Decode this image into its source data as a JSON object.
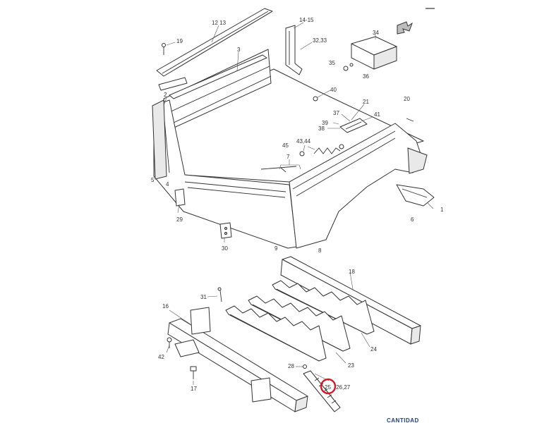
{
  "diagram": {
    "callouts": {
      "c12_13": "12 13",
      "c14_15": "14-15",
      "c32_33": "32,33",
      "c34": "34",
      "c35": "35",
      "c36": "36",
      "c19": "19",
      "c3": "3",
      "c40": "40",
      "c2": "2",
      "c21": "21",
      "c20": "20",
      "c37": "37",
      "c39": "39",
      "c41": "41",
      "c38": "38",
      "c43_44": "43,44",
      "c45": "45",
      "c7": "7",
      "c5": "5",
      "c4": "4",
      "c29": "29",
      "c30": "30",
      "c9": "9",
      "c8": "8",
      "c1": "1",
      "c6": "6",
      "c18": "18",
      "c31": "31",
      "c16": "16",
      "c24": "24",
      "c42": "42",
      "c23": "23",
      "c28": "28",
      "c17": "17",
      "c25": "25",
      "c26_27": ".26,27"
    },
    "highlighted_part": "25",
    "colors": {
      "highlight": "#d8162a",
      "line": "#333333",
      "footer_text": "#1c3f8a"
    }
  },
  "footer": {
    "label": "CANTIDAD"
  }
}
